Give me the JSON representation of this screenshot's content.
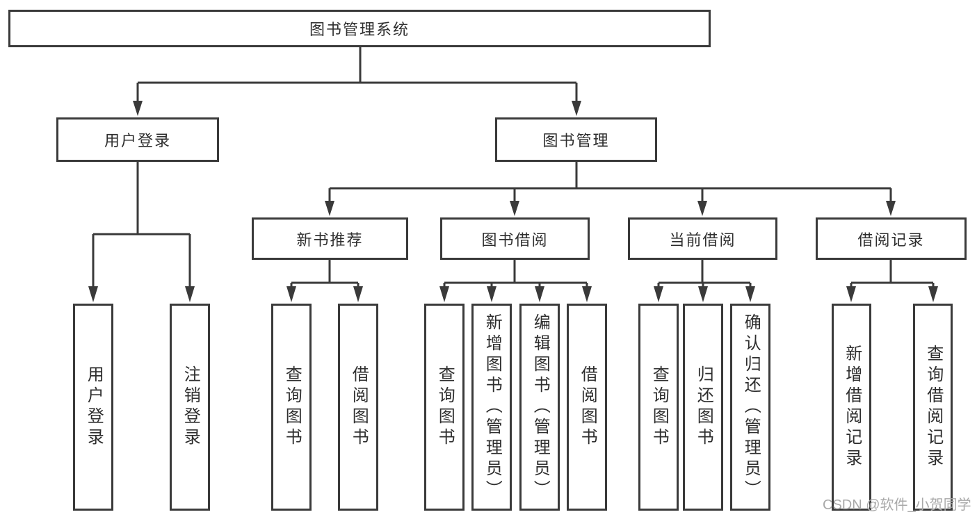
{
  "diagram": {
    "type": "tree",
    "colors": {
      "line": "#3a3a3a",
      "text": "#2e2e2e",
      "box_bg": "#ffffff",
      "background": "#ffffff",
      "watermark": "#a9a9a9"
    },
    "watermark": "CSDN @软件_小贺同学",
    "tree": {
      "root": "图书管理系统",
      "branches": [
        {
          "label": "用户登录",
          "leaves": [
            "用户登录",
            "注销登录"
          ]
        },
        {
          "label": "图书管理",
          "sections": [
            {
              "label": "新书推荐",
              "leaves": [
                "查询图书",
                "借阅图书"
              ]
            },
            {
              "label": "图书借阅",
              "leaves": [
                "查询图书",
                "新增图书（管理员）",
                "编辑图书（管理员）",
                "借阅图书"
              ]
            },
            {
              "label": "当前借阅",
              "leaves": [
                "查询图书",
                "归还图书",
                "确认归还（管理员）"
              ]
            },
            {
              "label": "借阅记录",
              "leaves": [
                "新增借阅记录",
                "查询借阅记录"
              ]
            }
          ]
        }
      ]
    }
  }
}
